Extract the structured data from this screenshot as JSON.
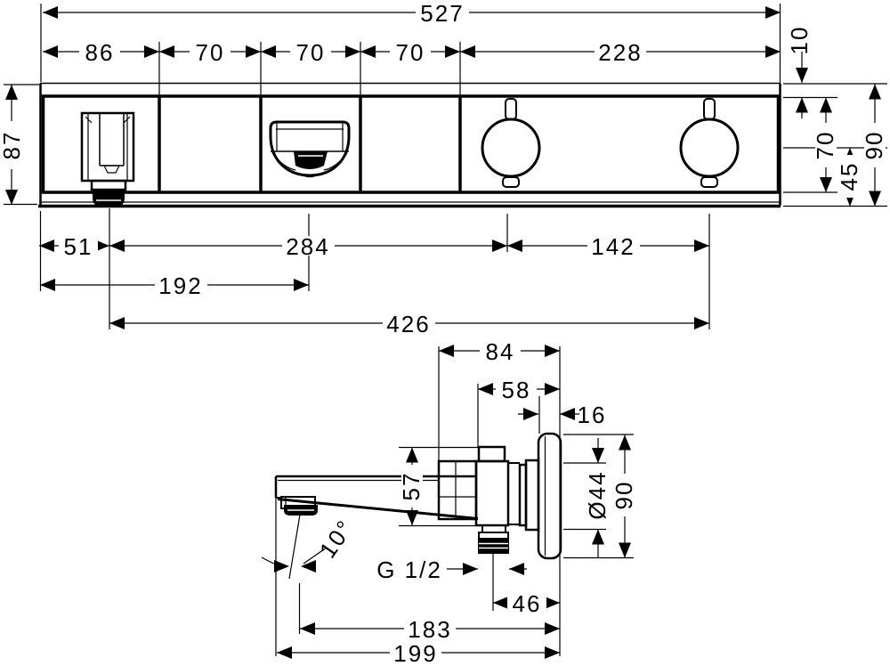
{
  "drawing": {
    "front": {
      "width_total": "527",
      "segments": [
        "86",
        "70",
        "70",
        "70",
        "228"
      ],
      "inset_top": "10",
      "height_left": "87",
      "knob_offset_top": "70",
      "knob_offset_bottom": "45",
      "height_right": "90",
      "holder_offset": "51",
      "holder_to_knob1": "284",
      "knob_spacing": "142",
      "edge_to_control": "192",
      "holder_to_knob2": "426"
    },
    "side": {
      "depth_total": "84",
      "depth_body": "58",
      "flange_depth": "16",
      "body_height": "57",
      "knob_diameter": "Ø44",
      "flange_height": "90",
      "spout_angle": "10°",
      "connection": "G 1/2",
      "thread_to_wall": "46",
      "aerator_to_wall": "183",
      "spout_length": "199"
    }
  }
}
